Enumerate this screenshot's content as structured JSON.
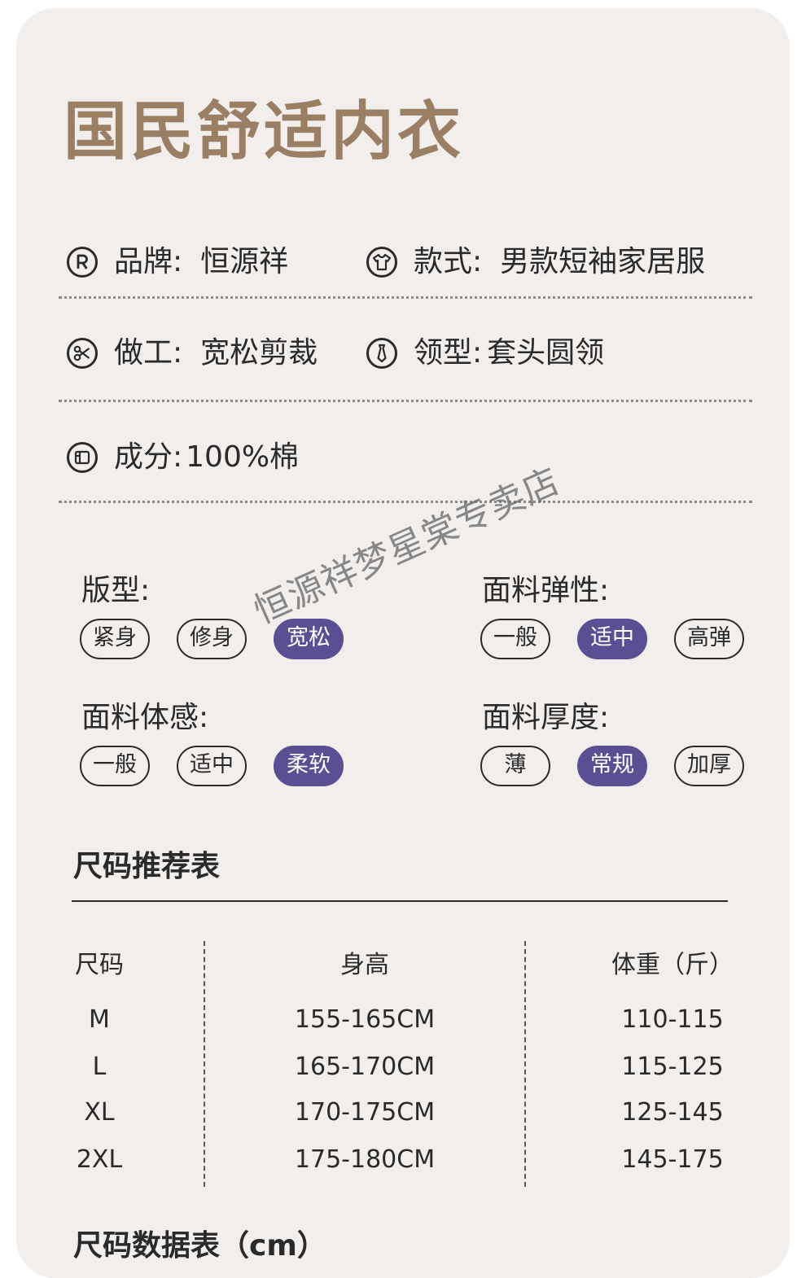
{
  "title": "国民舒适内衣",
  "info": {
    "brand": {
      "label": "品牌:",
      "value": "恒源祥",
      "icon": "registered-icon"
    },
    "style": {
      "label": "款式:",
      "value": "男款短袖家居服",
      "icon": "tshirt-icon"
    },
    "craft": {
      "label": "做工:",
      "value": "宽松剪裁",
      "icon": "scissors-icon"
    },
    "collar": {
      "label": "领型:",
      "value": "套头圆领",
      "icon": "tie-icon"
    },
    "material": {
      "label": "成分:",
      "value": "100%棉",
      "icon": "fabric-icon"
    }
  },
  "attributes": {
    "fit": {
      "title": "版型:",
      "options": [
        "紧身",
        "修身",
        "宽松"
      ],
      "selected": "宽松"
    },
    "elasticity": {
      "title": "面料弹性:",
      "options": [
        "一般",
        "适中",
        "高弹"
      ],
      "selected": "适中"
    },
    "feel": {
      "title": "面料体感:",
      "options": [
        "一般",
        "适中",
        "柔软"
      ],
      "selected": "柔软"
    },
    "thickness": {
      "title": "面料厚度:",
      "options": [
        "薄",
        "常规",
        "加厚"
      ],
      "selected": "常规"
    }
  },
  "watermark": "恒源祥梦星棠专卖店",
  "size_table": {
    "title": "尺码推荐表",
    "headers": [
      "尺码",
      "身高",
      "体重（斤）"
    ],
    "rows": [
      [
        "M",
        "155-165CM",
        "110-115"
      ],
      [
        "L",
        "165-170CM",
        "115-125"
      ],
      [
        "XL",
        "170-175CM",
        "125-145"
      ],
      [
        "2XL",
        "175-180CM",
        "145-175"
      ]
    ]
  },
  "next_section_title": "尺码数据表（cm）",
  "colors": {
    "title": "#9a7f64",
    "accent": "#5b4f93",
    "card_bg": "#f1eeec"
  }
}
